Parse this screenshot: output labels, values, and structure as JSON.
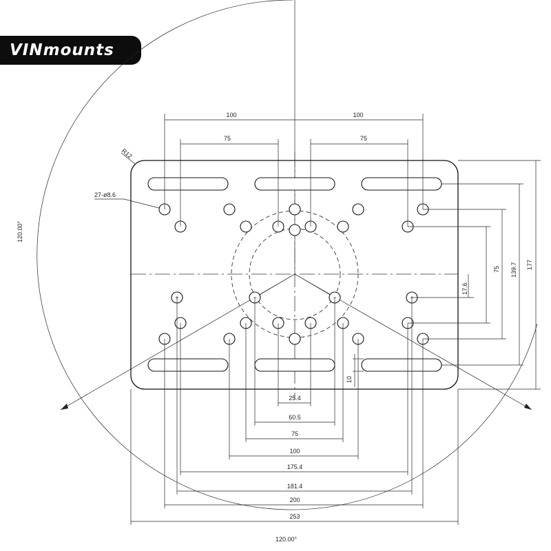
{
  "brand": {
    "logo_text": "VINmounts"
  },
  "diagram": {
    "angle_left": "120.00°",
    "angle_bottom": "120.00°",
    "corner_radius": "R12",
    "hole_callout": "27-ø8.6",
    "top_dims": [
      "100",
      "100",
      "75",
      "75"
    ],
    "right_dims": [
      "17.6",
      "75",
      "139.7",
      "177"
    ],
    "slot_dim": "10",
    "bottom_dims": [
      "25.4",
      "60.5",
      "75",
      "100",
      "175.4",
      "181.4",
      "200",
      "253"
    ]
  }
}
